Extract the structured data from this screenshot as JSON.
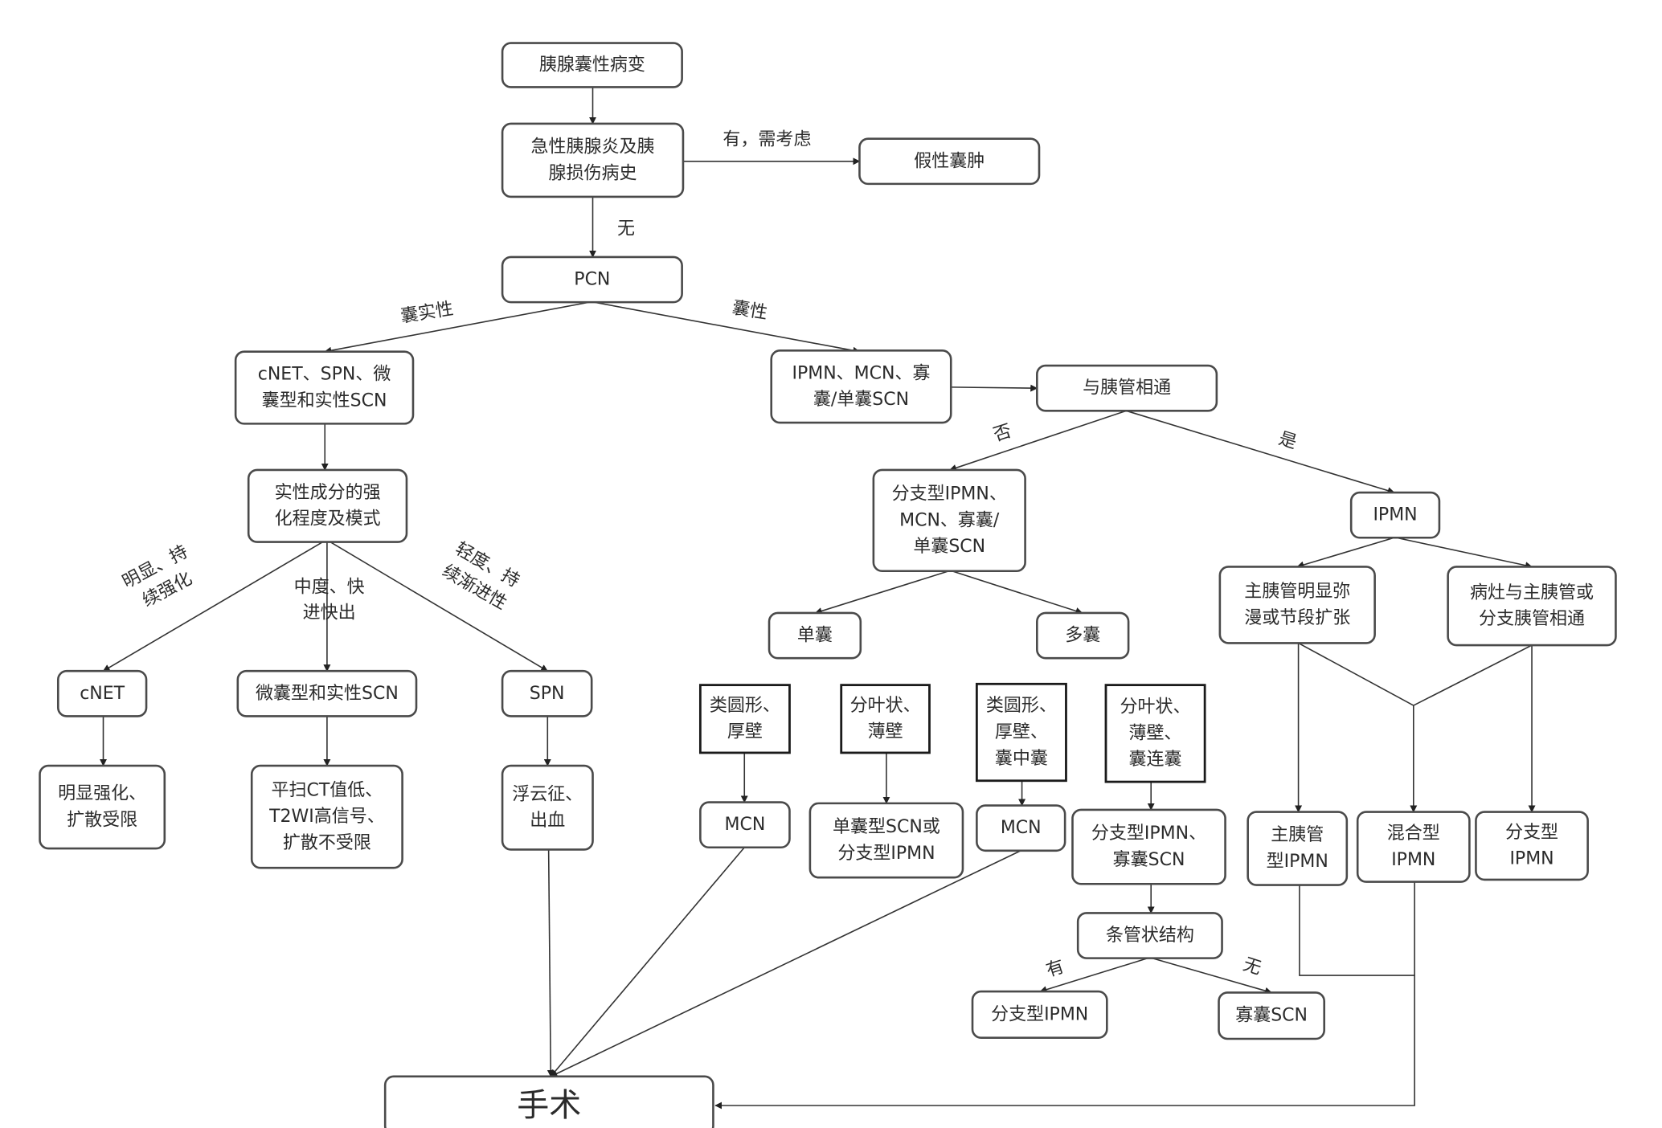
{
  "nodes": {
    "pancreatic_cystic_lesion": [
      "胰腺囊性病变"
    ],
    "history": [
      "急性胰腺炎及胰",
      "腺损伤病史"
    ],
    "pseudocyst": [
      "假性囊肿"
    ],
    "pcn": [
      "PCN"
    ],
    "solid_group": [
      "cNET、SPN、微",
      "囊型和实性SCN"
    ],
    "cystic_group": [
      "IPMN、MCN、寡",
      "囊/单囊SCN"
    ],
    "duct_communication": [
      "与胰管相通"
    ],
    "enhancement": [
      "实性成分的强",
      "化程度及模式"
    ],
    "branch_group": [
      "分支型IPMN、",
      "MCN、寡囊/",
      "单囊SCN"
    ],
    "ipmn": [
      "IPMN"
    ],
    "cnet": [
      "cNET"
    ],
    "micro_scn": [
      "微囊型和实性SCN"
    ],
    "spn": [
      "SPN"
    ],
    "cnet_feature": [
      "明显强化、",
      "扩散受限"
    ],
    "scn_feature": [
      "平扫CT值低、",
      "T2WI高信号、",
      "扩散不受限"
    ],
    "spn_feature": [
      "浮云征、",
      "出血"
    ],
    "single_cyst": [
      "单囊"
    ],
    "multi_cyst": [
      "多囊"
    ],
    "round_thick": [
      "类圆形、",
      "厚壁"
    ],
    "lobulated_thin": [
      "分叶状、",
      "薄壁"
    ],
    "round_thick_cyst": [
      "类圆形、",
      "厚壁、",
      "囊中囊"
    ],
    "lobulated_thin_connected": [
      "分叶状、",
      "薄壁、",
      "囊连囊"
    ],
    "mcn_1": [
      "MCN"
    ],
    "single_scn_or_ipmn": [
      "单囊型SCN或",
      "分支型IPMN"
    ],
    "mcn_2": [
      "MCN"
    ],
    "branch_ipmn_scn": [
      "分支型IPMN、",
      "寡囊SCN"
    ],
    "tubular_structure": [
      "条管状结构"
    ],
    "branch_ipmn_final": [
      "分支型IPMN"
    ],
    "oligocystic_scn": [
      "寡囊SCN"
    ],
    "main_duct_dilation": [
      "主胰管明显弥",
      "漫或节段扩张"
    ],
    "lesion_duct_comm": [
      "病灶与主胰管或",
      "分支胰管相通"
    ],
    "main_duct_ipmn": [
      "主胰管",
      "型IPMN"
    ],
    "mixed_ipmn": [
      "混合型",
      "IPMN"
    ],
    "branch_ipmn": [
      "分支型",
      "IPMN"
    ],
    "surgery": [
      "手术"
    ]
  },
  "edge_labels": {
    "has_consider": "有，需考虑",
    "none_1": "无",
    "solid_cystic": "囊实性",
    "cystic": "囊性",
    "no": "否",
    "yes": "是",
    "marked_persistent": [
      "明显、持",
      "续强化"
    ],
    "moderate_fast": [
      "中度、快",
      "进快出"
    ],
    "mild_progressive": [
      "轻度、持",
      "续渐进性"
    ],
    "has": "有",
    "none_2": "无"
  }
}
